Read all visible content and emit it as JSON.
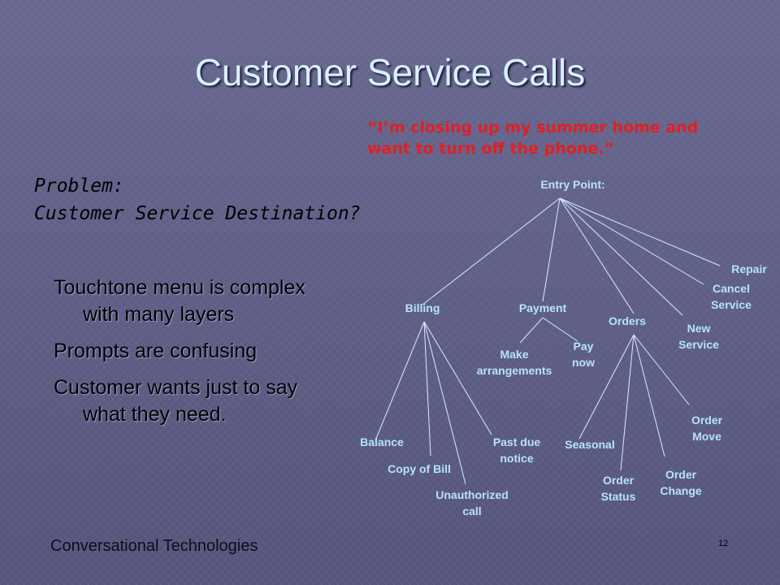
{
  "slide": {
    "title": "Customer Service Calls",
    "quote_lines": [
      "“I’m closing up my summer home and",
      "want to turn off the phone.”"
    ],
    "problem_lines": [
      "Problem:",
      "Customer Service Destination?"
    ],
    "bullets": [
      "Touchtone menu is complex with many layers",
      "Prompts are confusing",
      "Customer wants just to say what they need."
    ],
    "footer": "Conversational Technologies",
    "slide_number": "12"
  },
  "tree": {
    "root": "Entry Point:",
    "nodes": [
      {
        "id": "root",
        "lines": [
          "Entry Point:"
        ]
      },
      {
        "id": "billing",
        "lines": [
          "Billing"
        ]
      },
      {
        "id": "payment",
        "lines": [
          "Payment"
        ]
      },
      {
        "id": "orders",
        "lines": [
          "Orders"
        ]
      },
      {
        "id": "new_service",
        "lines": [
          "New",
          "Service"
        ]
      },
      {
        "id": "cancel_service",
        "lines": [
          "Cancel",
          "Service"
        ]
      },
      {
        "id": "repair",
        "lines": [
          "Repair"
        ]
      },
      {
        "id": "balance",
        "lines": [
          "Balance"
        ]
      },
      {
        "id": "copy_of_bill",
        "lines": [
          "Copy of Bill"
        ]
      },
      {
        "id": "unauthorized_call",
        "lines": [
          "Unauthorized",
          "call"
        ]
      },
      {
        "id": "past_due_notice",
        "lines": [
          "Past due",
          "notice"
        ]
      },
      {
        "id": "make_arrangements",
        "lines": [
          "Make",
          "arrangements"
        ]
      },
      {
        "id": "pay_now",
        "lines": [
          "Pay",
          "now"
        ]
      },
      {
        "id": "seasonal",
        "lines": [
          "Seasonal"
        ]
      },
      {
        "id": "order_status",
        "lines": [
          "Order",
          "Status"
        ]
      },
      {
        "id": "order_change",
        "lines": [
          "Order",
          "Change"
        ]
      },
      {
        "id": "order_move",
        "lines": [
          "Order",
          "Move"
        ]
      }
    ],
    "edges": [
      [
        "root",
        "billing"
      ],
      [
        "root",
        "payment"
      ],
      [
        "root",
        "orders"
      ],
      [
        "root",
        "new_service"
      ],
      [
        "root",
        "cancel_service"
      ],
      [
        "root",
        "repair"
      ],
      [
        "billing",
        "balance"
      ],
      [
        "billing",
        "copy_of_bill"
      ],
      [
        "billing",
        "unauthorized_call"
      ],
      [
        "billing",
        "past_due_notice"
      ],
      [
        "payment",
        "make_arrangements"
      ],
      [
        "payment",
        "pay_now"
      ],
      [
        "orders",
        "seasonal"
      ],
      [
        "orders",
        "order_status"
      ],
      [
        "orders",
        "order_change"
      ],
      [
        "orders",
        "order_move"
      ]
    ]
  },
  "colors": {
    "node_label": "#b7e2ff",
    "quote": "#e02020",
    "title": "#d7f0ff"
  }
}
